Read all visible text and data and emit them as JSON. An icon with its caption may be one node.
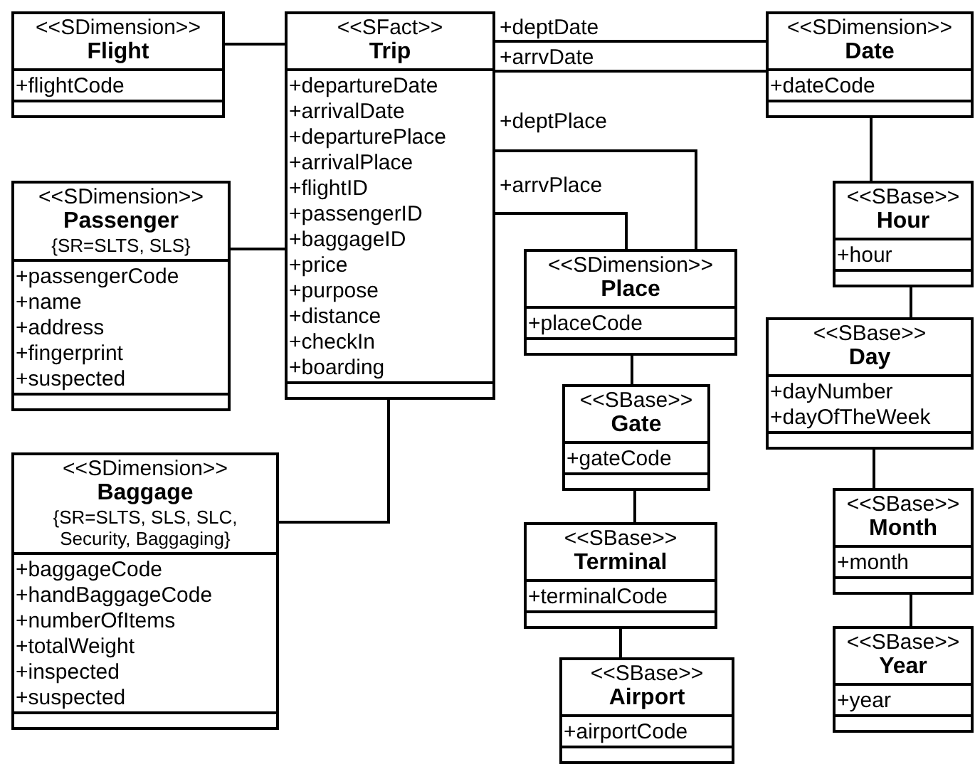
{
  "diagram": {
    "nodes": [
      {
        "text": [
          "<<SDimension>>",
          "Flight",
          "+flightCode"
        ]
      },
      {
        "text": [
          "<<SFact>>",
          "Trip",
          "+departureDate",
          "+arrivalDate",
          "+departurePlace",
          "+arrivalPlace",
          "+flightID",
          "+passengerID",
          "+baggageID",
          "+price",
          "+purpose",
          "+distance",
          "+checkIn",
          "+boarding"
        ]
      },
      {
        "text": [
          "<<SDimension>>",
          "Date",
          "+dateCode"
        ]
      },
      {
        "text": [
          "<<SDimension>>",
          "Passenger",
          "{SR=SLTS, SLS}",
          "+passengerCode",
          "+name",
          "+address",
          "+fingerprint",
          "+suspected"
        ]
      },
      {
        "text": [
          "<<SBase>>",
          "Hour",
          "+hour"
        ]
      },
      {
        "text": [
          "<<SDimension>>",
          "Place",
          "+placeCode"
        ]
      },
      {
        "text": [
          "<<SBase>>",
          "Day",
          "+dayNumber",
          "+dayOfTheWeek"
        ]
      },
      {
        "text": [
          "<<SBase>>",
          "Gate",
          "+gateCode"
        ]
      },
      {
        "text": [
          "<<SDimension>>",
          "Baggage",
          "{SR=SLTS, SLS, SLC, Security, Baggaging}",
          "+baggageCode",
          "+handBaggageCode",
          "+numberOfItems",
          "+totalWeight",
          "+inspected",
          "+suspected"
        ]
      },
      {
        "text": [
          "<<SBase>>",
          "Month",
          "+month"
        ]
      },
      {
        "text": [
          "<<SBase>>",
          "Terminal",
          "+terminalCode"
        ]
      },
      {
        "text": [
          "<<SBase>>",
          "Year",
          "+year"
        ]
      },
      {
        "text": [
          "<<SBase>>",
          "Airport",
          "+airportCode"
        ]
      }
    ],
    "edges": [
      {
        "from": 0,
        "to": 1,
        "arrow": "none"
      },
      {
        "from": 1,
        "to": 2,
        "arrow": "none",
        "label": "+deptDate"
      },
      {
        "from": 1,
        "to": 2,
        "arrow": "none",
        "label": "+arrvDate"
      },
      {
        "from": 1,
        "to": 5,
        "arrow": "none",
        "label": "+deptPlace"
      },
      {
        "from": 1,
        "to": 5,
        "arrow": "none",
        "label": "+arrvPlace"
      },
      {
        "from": 3,
        "to": 1,
        "arrow": "none"
      },
      {
        "from": 1,
        "to": 8,
        "arrow": "none"
      },
      {
        "from": 2,
        "to": 4,
        "arrow": "none"
      },
      {
        "from": 4,
        "to": 6,
        "arrow": "none"
      },
      {
        "from": 6,
        "to": 9,
        "arrow": "none"
      },
      {
        "from": 9,
        "to": 11,
        "arrow": "none"
      },
      {
        "from": 5,
        "to": 7,
        "arrow": "none"
      },
      {
        "from": 7,
        "to": 10,
        "arrow": "none"
      },
      {
        "from": 10,
        "to": 12,
        "arrow": "none"
      }
    ]
  }
}
